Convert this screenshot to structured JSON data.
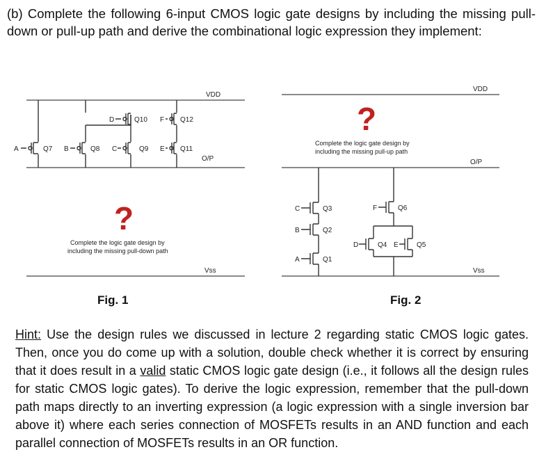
{
  "question": {
    "label": "(b)",
    "text": "Complete the following 6-input CMOS logic gate designs by including the missing pull-down or pull-up path and derive the combinational logic expression they implement:"
  },
  "fig1": {
    "caption": "Fig. 1",
    "vdd": "VDD",
    "vss": "Vss",
    "output": "O/P",
    "question_mark": "?",
    "note_line1": "Complete the logic gate design by",
    "note_line2": "including the missing pull-down path",
    "transistors": {
      "q7": {
        "input": "A",
        "name": "Q7"
      },
      "q8": {
        "input": "B",
        "name": "Q8"
      },
      "q9": {
        "input": "C",
        "name": "Q9"
      },
      "q10": {
        "input": "D",
        "name": "Q10"
      },
      "q11": {
        "input": "E",
        "name": "Q11"
      },
      "q12": {
        "input": "F",
        "name": "Q12"
      }
    }
  },
  "fig2": {
    "caption": "Fig. 2",
    "vdd": "VDD",
    "vss": "Vss",
    "output": "O/P",
    "question_mark": "?",
    "note_line1": "Complete the logic gate design by",
    "note_line2": "including the missing pull-up path",
    "transistors": {
      "q1": {
        "input": "A",
        "name": "Q1"
      },
      "q2": {
        "input": "B",
        "name": "Q2"
      },
      "q3": {
        "input": "C",
        "name": "Q3"
      },
      "q4": {
        "input": "D",
        "name": "Q4"
      },
      "q5": {
        "input": "E",
        "name": "Q5"
      },
      "q6": {
        "input": "F",
        "name": "Q6"
      }
    }
  },
  "hint": {
    "label": "Hint:",
    "part1": " Use the design rules we discussed in lecture 2 regarding static CMOS logic gates. Then, once you do come up with a solution, double check whether it is correct by ensuring that it does result in a ",
    "valid": "valid",
    "part2": " static CMOS logic gate design (i.e., it follows all the design rules for static CMOS logic gates). To derive the logic expression, remember that the pull-down path maps directly to an inverting expression (a logic expression with a single inversion bar above it) where each series connection of MOSFETs results in an AND function and each parallel connection of MOSFETs results in an OR function."
  }
}
